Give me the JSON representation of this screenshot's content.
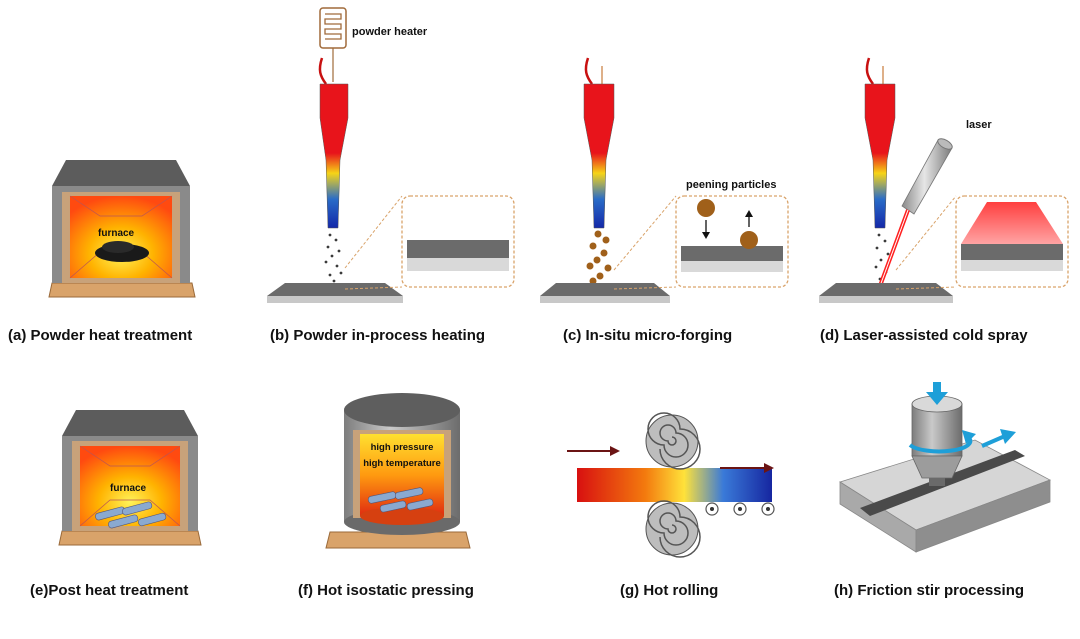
{
  "captions": {
    "a": "(a) Powder heat treatment",
    "b": "(b) Powder in-process heating",
    "c": "(c) In-situ micro-forging",
    "d": "(d) Laser-assisted cold spray",
    "e": "(e)Post heat treatment",
    "f": "(f)  Hot isostatic pressing",
    "g": "(g) Hot rolling",
    "h": "(h) Friction stir processing"
  },
  "labels": {
    "furnace_a": "furnace",
    "furnace_e": "furnace",
    "powder_heater": "powder heater",
    "peening_particles": "peening particles",
    "laser": "laser",
    "high_pressure": "high pressure",
    "high_temperature": "high temperature"
  },
  "colors": {
    "nozzle_red": "#e8141b",
    "furnace_hot": "#f5a000",
    "base_tan": "#d9a36a",
    "substrate_gray": "#6b6b6b",
    "peening_brown": "#a0601a",
    "arrow_brown": "#6b1414",
    "arrow_blue": "#1e9fd8"
  }
}
